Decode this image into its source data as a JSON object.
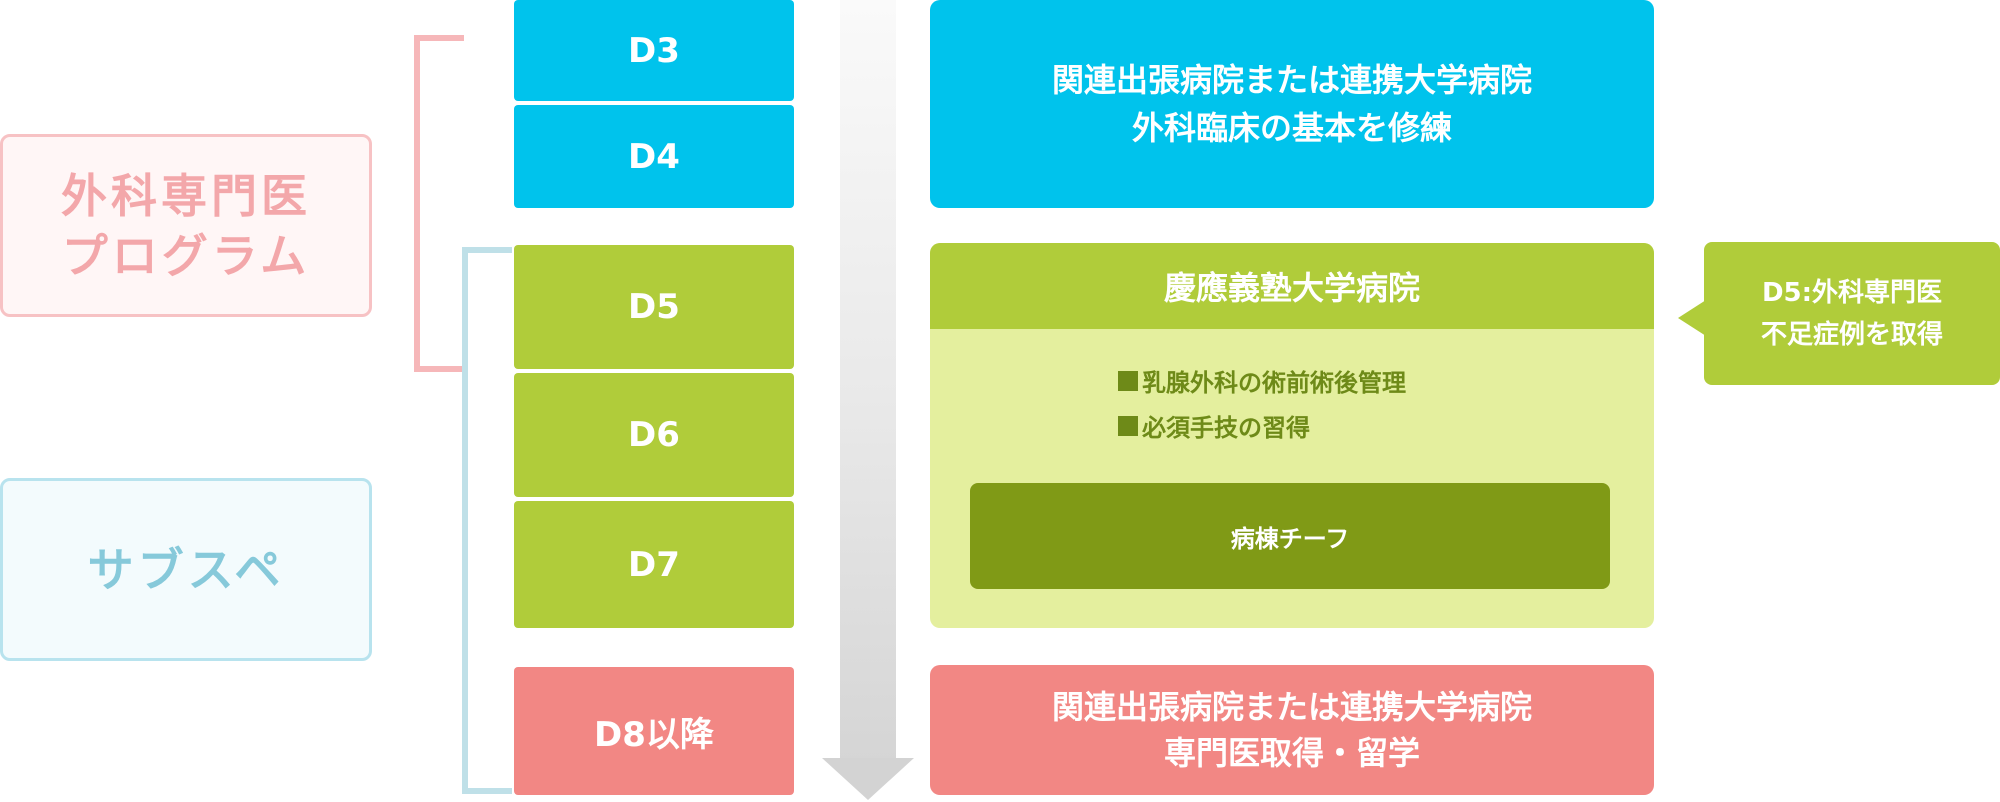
{
  "programs": {
    "surgery": {
      "line1": "外科専門医",
      "line2": "プログラム"
    },
    "subspecialty": {
      "label": "サブスペ"
    }
  },
  "years": {
    "d3": "D3",
    "d4": "D4",
    "d5": "D5",
    "d6": "D6",
    "d7": "D7",
    "d8": "D8以降"
  },
  "boxes": {
    "top": {
      "line1": "関連出張病院または連携大学病院",
      "line2": "外科臨床の基本を修練"
    },
    "keio": {
      "title": "慶應義塾大学病院",
      "items": [
        "乳腺外科の術前術後管理",
        "必須手技の習得"
      ],
      "team": "病棟チーフ"
    },
    "bottom": {
      "line1": "関連出張病院または連携大学病院",
      "line2": "専門医取得・留学"
    }
  },
  "callout": {
    "line1": "D5:外科専門医",
    "line2": "不足症例を取得"
  },
  "colors": {
    "blue": "#00c3ec",
    "green": "#b0cc3a",
    "pink": "#f28784",
    "light_green": "#e4ef9e",
    "dark_green": "#809a16"
  }
}
